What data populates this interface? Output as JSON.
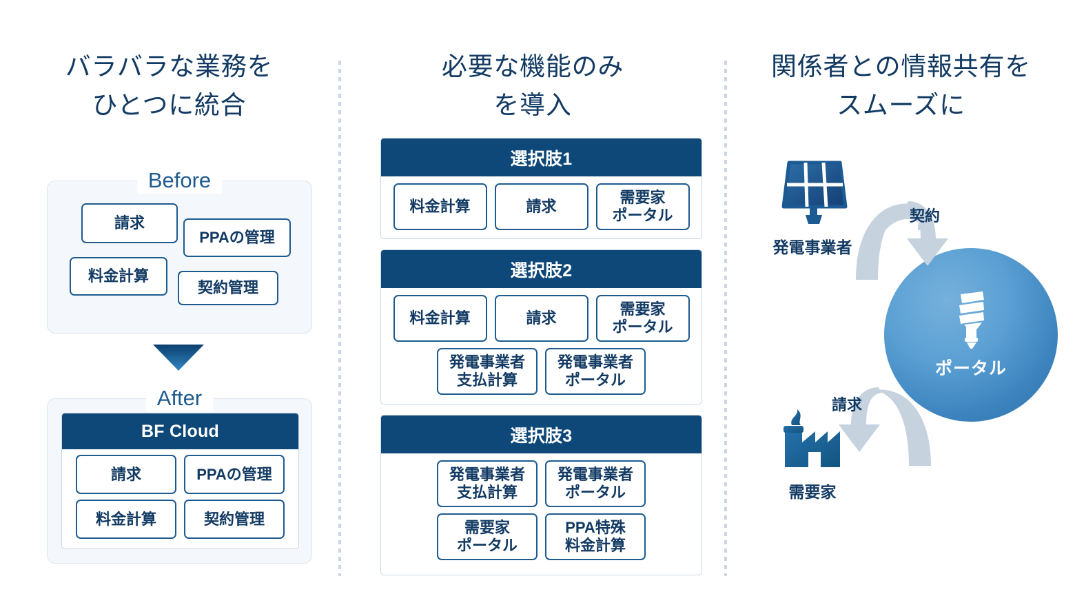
{
  "columns": {
    "left": {
      "title": "バラバラな業務を\nひとつに統合",
      "before": {
        "legend": "Before",
        "chips": [
          "請求",
          "PPAの管理",
          "料金計算",
          "契約管理"
        ]
      },
      "arrow_icon": "down-triangle-arrow",
      "after": {
        "legend": "After",
        "product": {
          "header": "BF Cloud",
          "features": [
            "請求",
            "PPAの管理",
            "料金計算",
            "契約管理"
          ]
        }
      }
    },
    "middle": {
      "title": "必要な機能のみ\nを導入",
      "options": [
        {
          "header": "選択肢1",
          "rows": [
            [
              "料金計算",
              "請求",
              "需要家\nポータル"
            ]
          ]
        },
        {
          "header": "選択肢2",
          "rows": [
            [
              "料金計算",
              "請求",
              "需要家\nポータル"
            ],
            [
              "発電事業者\n支払計算",
              "発電事業者\nポータル"
            ]
          ]
        },
        {
          "header": "選択肢3",
          "rows": [
            [
              "発電事業者\n支払計算",
              "発電事業者\nポータル"
            ],
            [
              "需要家\nポータル",
              "PPA特殊\n料金計算"
            ]
          ]
        }
      ]
    },
    "right": {
      "title": "関係者との情報共有を\nスムーズに",
      "nodes": {
        "generator": {
          "label": "発電事業者",
          "icon": "solar-panel-icon"
        },
        "consumer": {
          "label": "需要家",
          "icon": "factory-icon"
        },
        "portal": {
          "label": "ポータル",
          "icon": "lightbulb-icon"
        }
      },
      "flows": [
        {
          "label": "契約",
          "icon": "curved-arrow-down-right-icon"
        },
        {
          "label": "請求",
          "icon": "curved-arrow-down-left-icon"
        }
      ]
    }
  },
  "colors": {
    "navy": "#0d4878",
    "title_navy": "#123a63",
    "chip_border": "#1d5b8f",
    "panel_bg": "#f4f7fb",
    "panel_border": "#dde6ef",
    "legend_blue": "#1e5b8e",
    "arrow_gray": "#c6d2de",
    "portal_blue": "#4a92c8",
    "divider": "#c8d6e5"
  }
}
